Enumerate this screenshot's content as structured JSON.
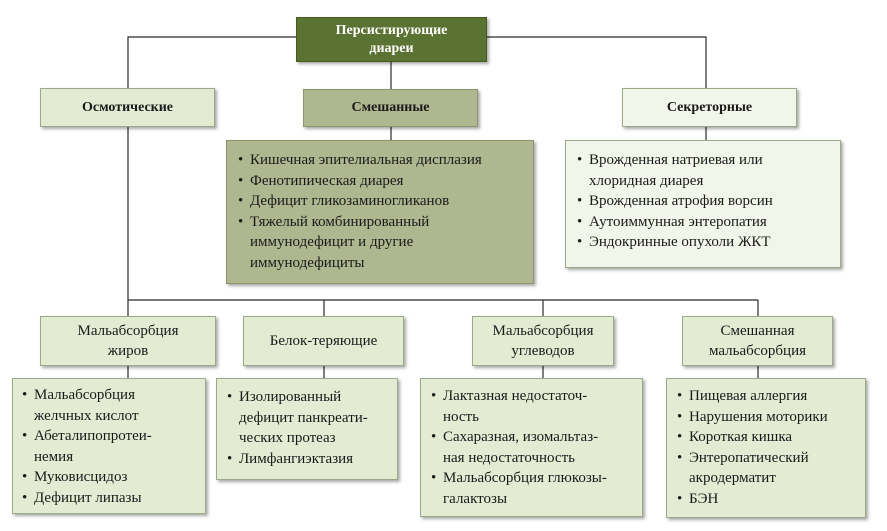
{
  "root": "Персистирующие\nдиареи",
  "categories": {
    "osmotic": "Осмотические",
    "mixed": "Смешанные",
    "secretory": "Секреторные"
  },
  "mixed_list": [
    "Кишечная эпителиальная дисплазия",
    "Фенотипическая диарея",
    "Дефицит гликозаминогликанов",
    "Тяжелый комбинированный\nиммунодефицит и другие\nиммунодефициты"
  ],
  "secretory_list": [
    "Врожденная натриевая или\nхлоридная диарея",
    "Врожденная атрофия ворсин",
    "Аутоиммунная энтеропатия",
    "Эндокринные опухоли ЖКТ"
  ],
  "subcategories": {
    "fat": "Мальабсорбция\nжиров",
    "protein": "Белок-теряющие",
    "carb": "Мальабсорбция\nуглеводов",
    "mixed": "Смешанная\nмальабсорбция"
  },
  "fat_list": [
    "Мальабсорбция\nжелчных кислот",
    "Абеталипопротеи-\nнемия",
    "Муковисцидоз",
    "Дефицит липазы"
  ],
  "protein_list": [
    "Изолированный\nдефицит панкреати-\nческих протеаз",
    "Лимфангиэктазия"
  ],
  "carb_list": [
    "Лактазная недостаточ-\nность",
    "Сахаразная, изомальтаз-\nная недостаточность",
    "Мальабсорбция глюкозы-\nгалактозы"
  ],
  "mixed_malabs_list": [
    "Пищевая аллергия",
    "Нарушения моторики",
    "Короткая кишка",
    "Энтеропатический\nакродерматит",
    "БЭН"
  ]
}
